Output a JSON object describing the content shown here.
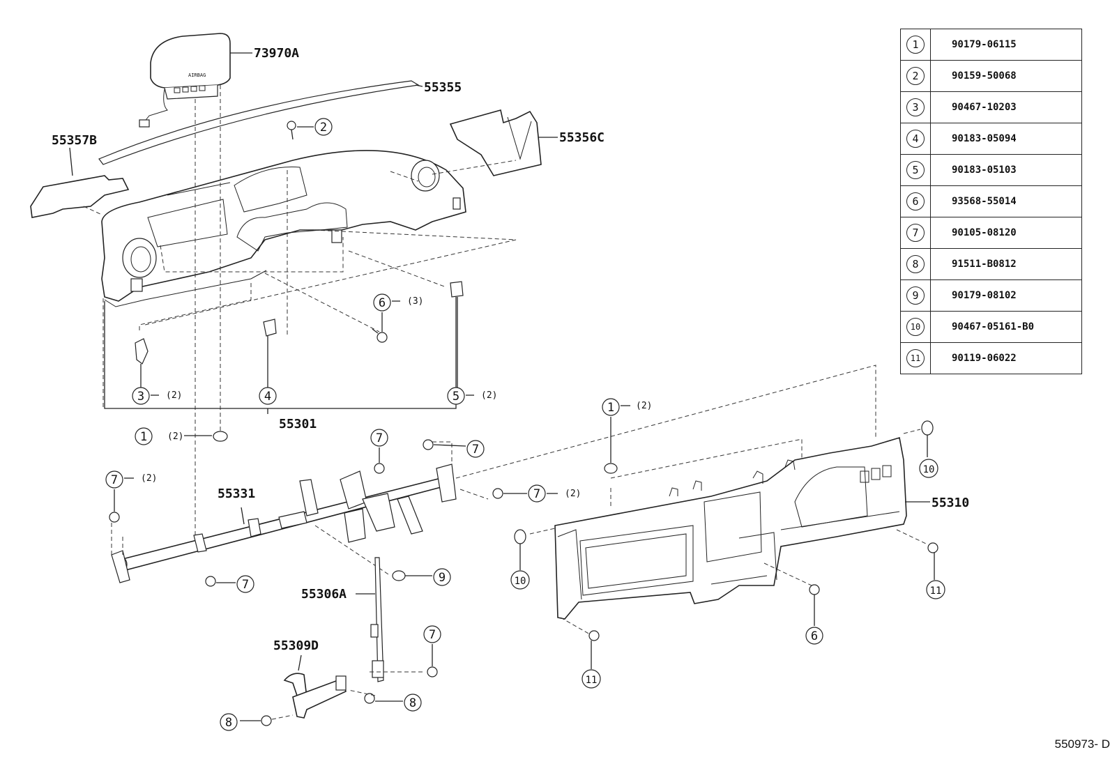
{
  "part_labels": {
    "p73970A": "73970A",
    "p55355": "55355",
    "p55357B": "55357B",
    "p55356C": "55356C",
    "p55301": "55301",
    "p55331": "55331",
    "p55306A": "55306A",
    "p55309D": "55309D",
    "p55310": "55310"
  },
  "callouts": {
    "n1": "1",
    "n2": "2",
    "n3": "3",
    "n4": "4",
    "n5": "5",
    "n6": "6",
    "n7": "7",
    "n8": "8",
    "n9": "9",
    "n10": "10",
    "n11": "11"
  },
  "counts": {
    "c2": "(2)",
    "c3": "(3)"
  },
  "parts_table": [
    {
      "key": "1",
      "part": "90179-06115"
    },
    {
      "key": "2",
      "part": "90159-50068"
    },
    {
      "key": "3",
      "part": "90467-10203"
    },
    {
      "key": "4",
      "part": "90183-05094"
    },
    {
      "key": "5",
      "part": "90183-05103"
    },
    {
      "key": "6",
      "part": "93568-55014"
    },
    {
      "key": "7",
      "part": "90105-08120"
    },
    {
      "key": "8",
      "part": "91511-B0812"
    },
    {
      "key": "9",
      "part": "90179-08102"
    },
    {
      "key": "10",
      "part": "90467-05161-B0"
    },
    {
      "key": "11",
      "part": "90119-06022"
    }
  ],
  "document_id": "550973- D"
}
